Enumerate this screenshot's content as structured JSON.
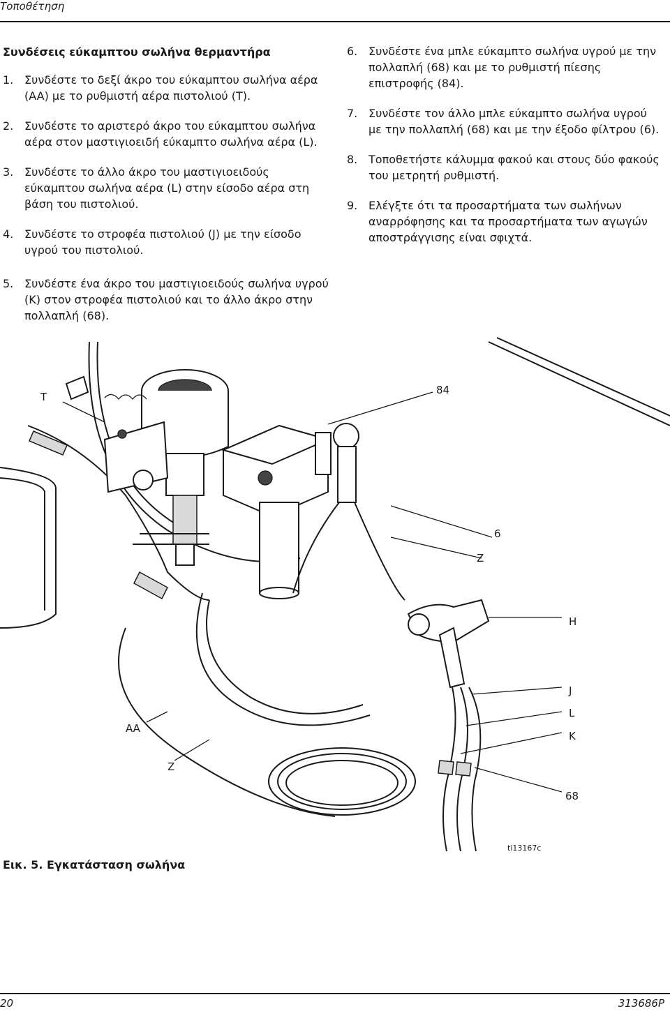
{
  "header": {
    "section": "Τοποθέτηση"
  },
  "section_heading": "Συνδέσεις εύκαμπτου σωλήνα θερμαντήρα",
  "steps_left": [
    {
      "num": "1.",
      "text": "Συνδέστε το δεξί άκρο του εύκαμπτου σωλήνα αέρα (AA) με το ρυθμιστή αέρα πιστολιού (T)."
    },
    {
      "num": "2.",
      "text": "Συνδέστε το αριστερό άκρο του εύκαμπτου σωλήνα αέρα στον μαστιγιοειδή εύκαμπτο σωλήνα αέρα (L)."
    },
    {
      "num": "3.",
      "text": "Συνδέστε το άλλο άκρο του μαστιγιοειδούς εύκαμπτου σωλήνα αέρα (L) στην είσοδο αέρα στη βάση του πιστολιού."
    },
    {
      "num": "4.",
      "text": "Συνδέστε το στροφέα πιστολιού (J) με την είσοδο υγρού του πιστολιού."
    }
  ],
  "step_wide": {
    "num": "5.",
    "text": "Συνδέστε ένα άκρο του μαστιγιοειδούς σωλήνα υγρού (K) στον στροφέα πιστολιού και το άλλο άκρο στην πολλαπλή (68)."
  },
  "steps_right": [
    {
      "num": "6.",
      "text": "Συνδέστε ένα μπλε εύκαμπτο σωλήνα υγρού με την πολλαπλή (68) και με το ρυθμιστή πίεσης επιστροφής (84)."
    },
    {
      "num": "7.",
      "text": "Συνδέστε τον άλλο μπλε εύκαμπτο σωλήνα υγρού με την πολλαπλή (68) και με την έξοδο φίλτρου (6)."
    },
    {
      "num": "8.",
      "text": "Τοποθετήστε κάλυμμα φακού και στους δύο φακούς του μετρητή ρυθμιστή."
    },
    {
      "num": "9.",
      "text": "Ελέγξτε ότι τα προσαρτήματα των σωλήνων αναρρόφησης και τα προσαρτήματα των αγωγών αποστράγγισης είναι σφιχτά."
    }
  ],
  "callouts": {
    "T": "T",
    "c84": "84",
    "c6": "6",
    "Z1": "Z",
    "H": "H",
    "J": "J",
    "L": "L",
    "K": "K",
    "AA": "AA",
    "Z2": "Z",
    "c68": "68"
  },
  "figure_id": "ti13167c",
  "figure_caption": "Εικ. 5. Εγκατάσταση σωλήνα",
  "footer": {
    "page": "20",
    "doc": "313686P"
  }
}
